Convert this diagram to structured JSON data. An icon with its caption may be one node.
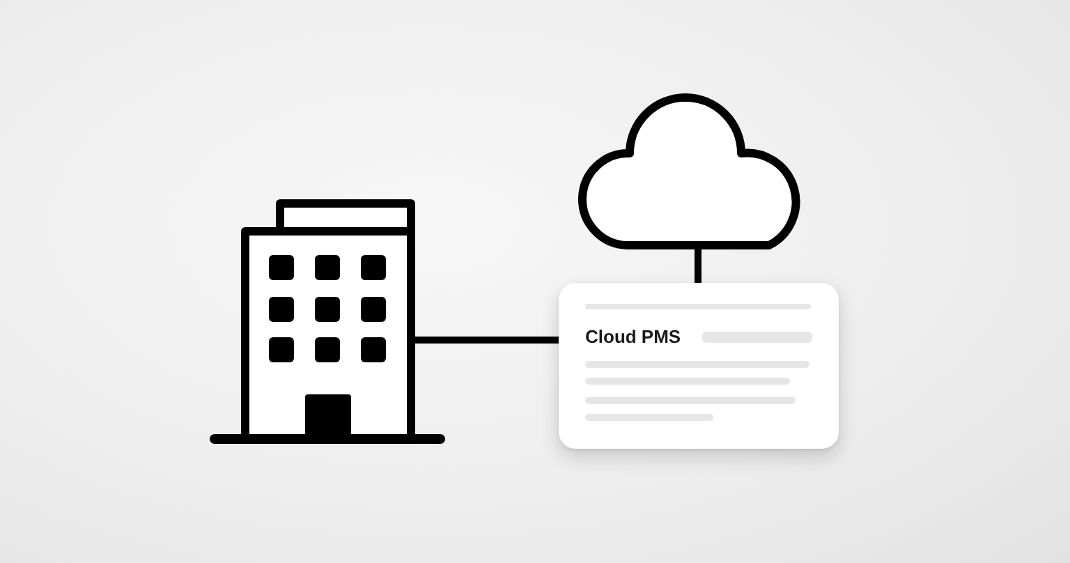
{
  "diagram": {
    "nodes": [
      {
        "text": [],
        "shape": "picture"
      },
      {
        "text": [],
        "shape": "cloud"
      },
      {
        "text": [
          "Cloud PMS"
        ]
      }
    ],
    "edges": [
      {
        "from": 0,
        "to": 2,
        "arrow": "none"
      },
      {
        "from": 1,
        "to": 2,
        "arrow": "none"
      }
    ]
  }
}
